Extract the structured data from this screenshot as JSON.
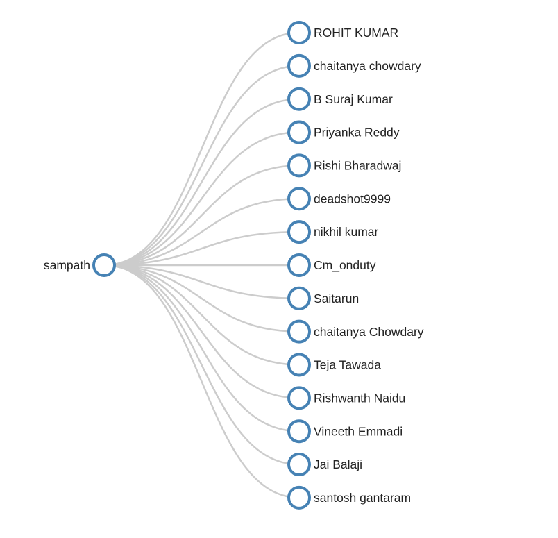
{
  "root": {
    "name": "sampath"
  },
  "children": [
    {
      "name": "ROHIT KUMAR"
    },
    {
      "name": "chaitanya chowdary"
    },
    {
      "name": "B Suraj Kumar"
    },
    {
      "name": "Priyanka Reddy"
    },
    {
      "name": "Rishi Bharadwaj"
    },
    {
      "name": "deadshot9999"
    },
    {
      "name": "nikhil kumar"
    },
    {
      "name": "Cm_onduty"
    },
    {
      "name": "Saitarun"
    },
    {
      "name": "chaitanya Chowdary"
    },
    {
      "name": "Teja Tawada"
    },
    {
      "name": "Rishwanth Naidu"
    },
    {
      "name": "Vineeth Emmadi"
    },
    {
      "name": "Jai Balaji"
    },
    {
      "name": "santosh gantaram"
    }
  ],
  "colors": {
    "node_stroke": "#4682b4",
    "node_fill": "#ffffff",
    "link": "#cccccc",
    "text": "#222222"
  }
}
